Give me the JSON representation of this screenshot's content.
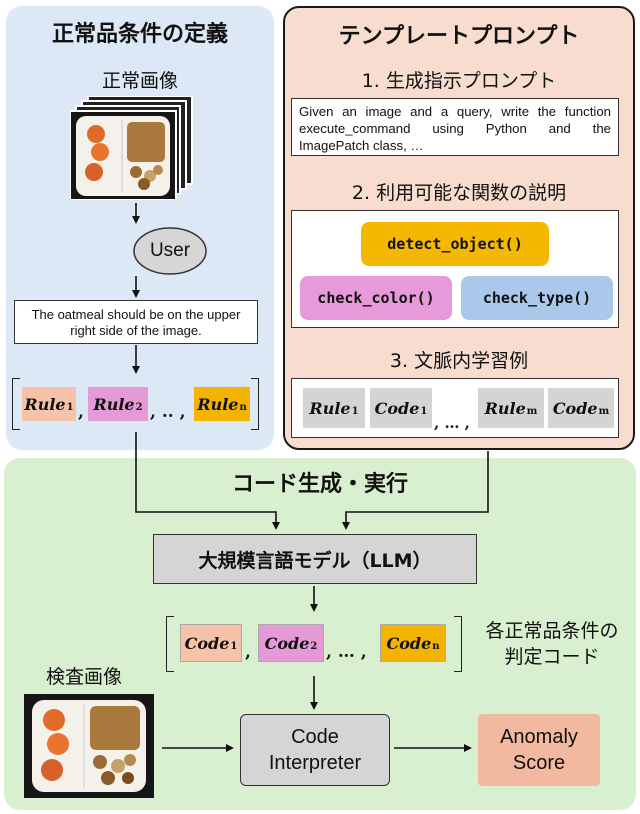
{
  "left_panel": {
    "title": "正常品条件の定義",
    "normal_images_label": "正常画像",
    "user_label": "User",
    "user_query": "The oatmeal should be on the upper right side of the image.",
    "rules": {
      "r1": "Rule",
      "r1_sub": "1",
      "r2": "Rule",
      "r2_sub": "2",
      "rn": "Rule",
      "rn_sub": "n",
      "comma": ",",
      "dots": ", .. ,"
    }
  },
  "right_panel": {
    "title": "テンプレートプロンプト",
    "section1_title": "1. 生成指示プロンプト",
    "prompt_text": "Given an image and a query, write the function execute_command using Python and the ImagePatch class, …",
    "section2_title": "2. 利用可能な関数の説明",
    "functions": [
      "detect_object()",
      "check_color()",
      "check_type()"
    ],
    "section3_title": "3. 文脈内学習例",
    "examples": {
      "rule1": "Rule",
      "rule1_sub": "1",
      "code1": "Code",
      "code1_sub": "1",
      "dots": ", … ,",
      "rulem": "Rule",
      "rulem_sub": "m",
      "codem": "Code",
      "codem_sub": "m"
    }
  },
  "bottom_panel": {
    "title": "コード生成・実行",
    "llm_label": "大規模言語モデル（LLM）",
    "codes": {
      "c1": "Code",
      "c1_sub": "1",
      "c2": "Code",
      "c2_sub": "2",
      "cn": "Code",
      "cn_sub": "n",
      "comma": ",",
      "dots": ", … ,"
    },
    "code_caption_line1": "各正常品条件の",
    "code_caption_line2": "判定コード",
    "inspection_label": "検査画像",
    "interpreter_line1": "Code",
    "interpreter_line2": "Interpreter",
    "score_line1": "Anomaly",
    "score_line2": "Score"
  },
  "colors": {
    "left_bg": "#dce8f6",
    "right_bg": "#f7dccf",
    "bottom_bg": "#d9f0d0",
    "rule1": "#f6c2a8",
    "rule2": "#e59ad8",
    "rulen": "#f4b300",
    "func_yellow": "#f5b800",
    "func_pink": "#e69ad9",
    "func_blue": "#a9c8ea",
    "gray_token": "#d4d4d4",
    "llm_box": "#d5d5d5",
    "score_box": "#f2b9a0"
  }
}
